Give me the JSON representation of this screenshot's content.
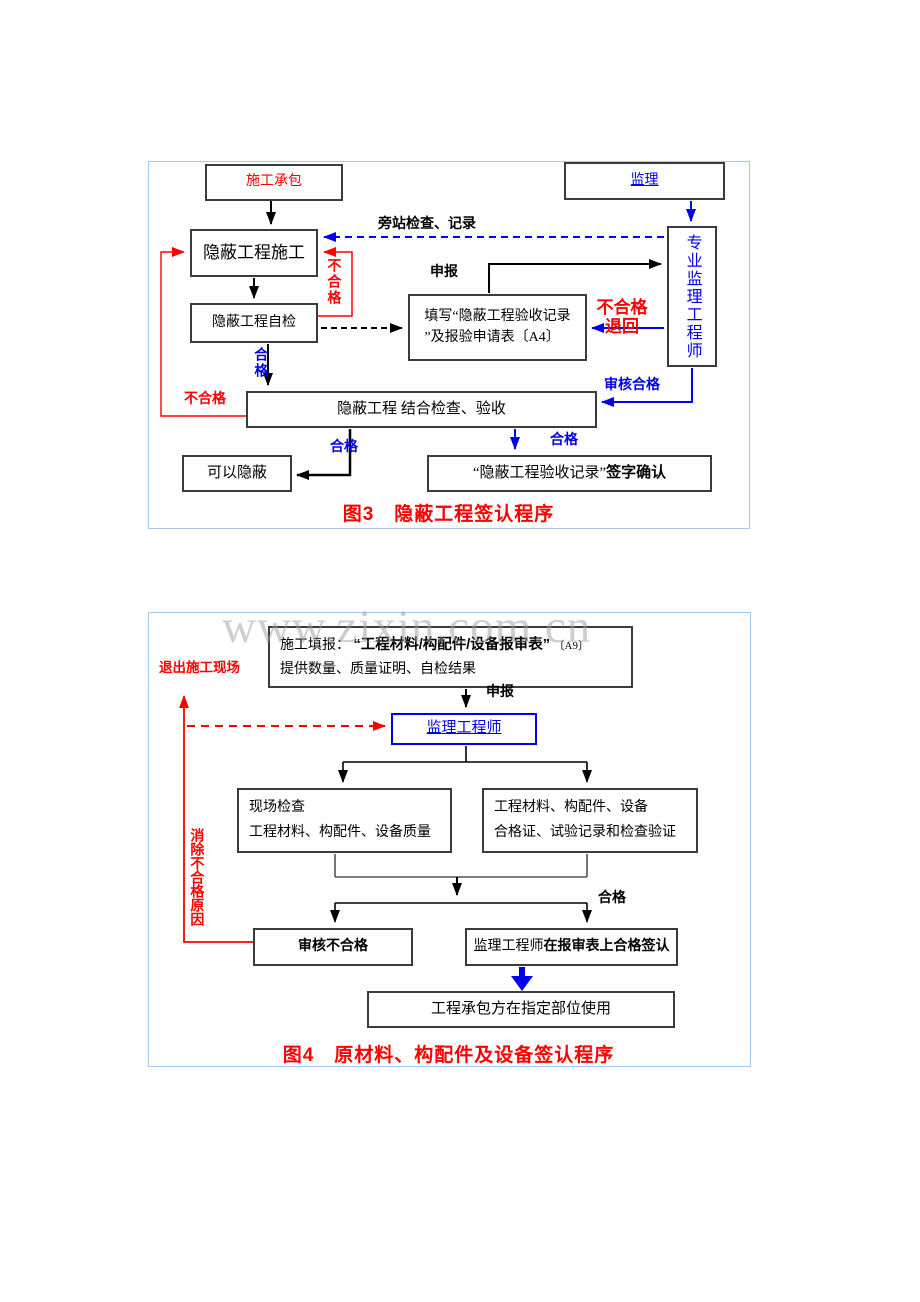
{
  "page": {
    "watermark": "www.zixin.com.cn"
  },
  "colors": {
    "red": "#ff0000",
    "blue": "#0000ee",
    "black": "#000000",
    "frame_border": "#a6c9ec",
    "box_border": "#3b3b3b",
    "watermark_gray": "#9f9f9f"
  },
  "diagram3": {
    "caption": "图3　隐蔽工程签认程序",
    "boxes": {
      "contractor": "施工承包",
      "supervision": "监理",
      "hidden_construction": "隐蔽工程施工",
      "hidden_self_check": "隐蔽工程自检",
      "fill_form_line1": "填写“隐蔽工程验收记录",
      "fill_form_line2": "”及报验申请表〔A4〕",
      "professional_supervisor": "专业监理工程师",
      "joint_inspection": "隐蔽工程  结合检查、验收",
      "may_conceal": "可以隐蔽",
      "sign_confirm_quote": "“隐蔽工程验收记录”",
      "sign_confirm_action": "签字确认"
    },
    "labels": {
      "bystander_inspection": "旁站检查、记录",
      "declare": "申报",
      "fail_right_vertical": "不合格",
      "fail_return_line1": "不合格",
      "fail_return_line2": "退回",
      "pass_vertical": "合格",
      "fail_left": "不合格",
      "review_pass": "审核合格",
      "pass_to_sign": "合格",
      "pass_to_conceal": "合格"
    }
  },
  "diagram4": {
    "caption": "图4　原材料、构配件及设备签认程序",
    "boxes": {
      "fill_report_prefix": "施工填报：",
      "fill_report_form": "“工程材料/构配件/设备报审表”",
      "fill_report_code": "〔A9〕",
      "fill_report_line2": "提供数量、质量证明、自检结果",
      "supervising_engineer": "监理工程师",
      "site_check_line1": "现场检查",
      "site_check_line2": "工程材料、构配件、设备质量",
      "cert_line1": "工程材料、构配件、设备",
      "cert_line2": "合格证、试验记录和检查验证",
      "review_fail": "审核不合格",
      "sign_prefix": "监理工程师",
      "sign_action": "在报审表上合格签认",
      "use_at_location": "工程承包方在指定部位使用"
    },
    "labels": {
      "declare": "申报",
      "exit_site": "退出施工现场",
      "eliminate_cause": "消除不合格原因",
      "pass": "合格"
    }
  }
}
